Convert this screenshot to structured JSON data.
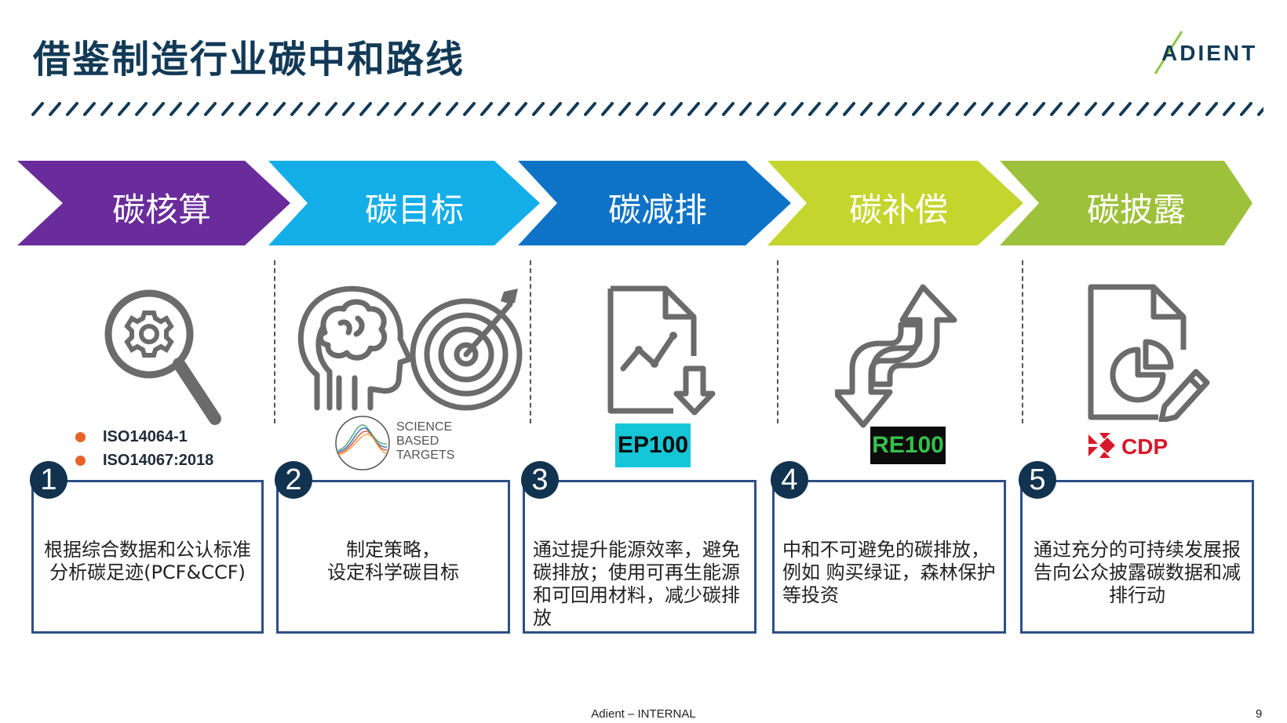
{
  "title": "借鉴制造行业碳中和路线",
  "logo": "ADIENT",
  "accent_colors": {
    "navy": "#123a57",
    "lime": "#8dc63f",
    "step1": "#6a2b9b",
    "step2": "#13aee8",
    "step3": "#0e73c6",
    "step4": "#c4d62e",
    "step5": "#9dc13b",
    "box_border": "#2d4f86"
  },
  "steps": [
    {
      "label": "碳核算",
      "number": "1",
      "icon": "magnifier-gear-icon",
      "text": "根据综合数据和公认标准分析碳足迹(PCF&CCF)"
    },
    {
      "label": "碳目标",
      "number": "2",
      "icon": "head-brain-and-target-icon",
      "text": "制定策略，\n设定科学碳目标"
    },
    {
      "label": "碳减排",
      "number": "3",
      "icon": "document-chart-down-icon",
      "text": "通过提升能源效率，避免碳排放；使用可再生能源和可回用材料，减少碳排放"
    },
    {
      "label": "碳补偿",
      "number": "4",
      "icon": "up-down-arrows-icon",
      "text": "中和不可避免的碳排放，例如 购买绿证，森林保护等投资"
    },
    {
      "label": "碳披露",
      "number": "5",
      "icon": "document-pie-pencil-icon",
      "text": "通过充分的可持续发展报告向公众披露碳数据和减排行动"
    }
  ],
  "iso_standards": [
    "ISO14064-1",
    "ISO14067:2018"
  ],
  "sbt_logo": {
    "line1": "SCIENCE",
    "line2": "BASED",
    "line3": "TARGETS"
  },
  "ep100": "EP100",
  "re100": "RE100",
  "cdp": "CDP",
  "footer": "Adient – INTERNAL",
  "page_number": "9"
}
